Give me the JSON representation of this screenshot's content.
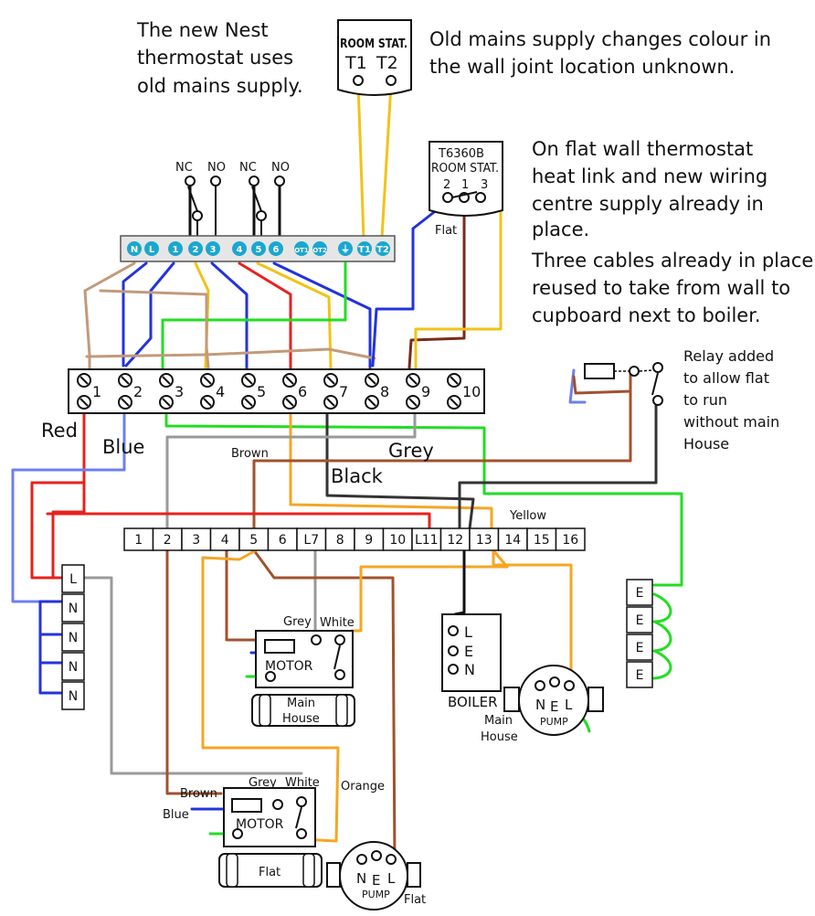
{
  "notes": {
    "nest_line1": "The new Nest",
    "nest_line2": "thermostat uses",
    "nest_line3": "old mains supply.",
    "old_line1": "Old mains supply changes colour in",
    "old_line2": "the wall joint location unknown.",
    "flat_line1": "On flat wall thermostat",
    "flat_line2": "heat link and new wiring",
    "flat_line3": "centre supply already in",
    "flat_line4": "place.",
    "flat_line5": "Three cables already in place",
    "flat_line6": "reused to take from wall to",
    "flat_line7": "cupboard next to boiler.",
    "relay_line1": "Relay added",
    "relay_line2": "to allow flat",
    "relay_line3": "to run",
    "relay_line4": "without main",
    "relay_line5": "House"
  },
  "room_stat_main": {
    "label": "ROOM STAT.",
    "t1": "T1",
    "t2": "T2"
  },
  "room_stat_flat": {
    "model": "T6360B",
    "label": "ROOM STAT.",
    "t_2": "2",
    "t_1": "1",
    "t_3": "3",
    "caption": "Flat"
  },
  "heatlink": {
    "nc1": "NC",
    "no1": "NO",
    "nc2": "NC",
    "no2": "NO",
    "terminals": [
      "N",
      "L",
      "1",
      "2",
      "3",
      "4",
      "5",
      "6",
      "OT1",
      "OT2",
      "⏚",
      "T1",
      "T2"
    ]
  },
  "strip10": {
    "terminals": [
      "1",
      "2",
      "3",
      "4",
      "5",
      "6",
      "7",
      "8",
      "9",
      "10"
    ]
  },
  "wire_labels": {
    "red": "Red",
    "blue": "Blue",
    "brown": "Brown",
    "grey": "Grey",
    "black": "Black",
    "yellow": "Yellow"
  },
  "strip16": {
    "terminals": [
      "1",
      "2",
      "3",
      "4",
      "5",
      "6",
      "L7",
      "8",
      "9",
      "10",
      "L11",
      "12",
      "13",
      "14",
      "15",
      "16"
    ]
  },
  "supply_block": {
    "terminals": [
      "L",
      "N",
      "N",
      "N",
      "N"
    ]
  },
  "earth_block": {
    "terminals": [
      "E",
      "E",
      "E",
      "E"
    ]
  },
  "motor_main": {
    "grey": "Grey",
    "white": "White",
    "label": "MOTOR",
    "caption1": "Main",
    "caption2": "House"
  },
  "boiler": {
    "l": "L",
    "e": "E",
    "n": "N",
    "label": "BOILER"
  },
  "pump_main": {
    "n": "N",
    "e": "E",
    "l": "L",
    "label": "PUMP",
    "caption1": "Main",
    "caption2": "House"
  },
  "motor_flat": {
    "brown": "Brown",
    "grey": "Grey",
    "white": "White",
    "orange": "Orange",
    "blue": "Blue",
    "label": "MOTOR",
    "caption": "Flat"
  },
  "pump_flat": {
    "n": "N",
    "e": "E",
    "l": "L",
    "label": "PUMP",
    "caption": "Flat"
  },
  "colors": {
    "red": "#e8211d",
    "blue": "#2233dd",
    "brown": "#a0522d",
    "grey": "#9a9a9a",
    "black": "#111111",
    "yellow": "#f2c218",
    "orange": "#f5a623",
    "green": "#22dd22",
    "lightbrown": "#c29a7a",
    "magenta": "#e01ee0",
    "cyan": "#1aa7cf"
  }
}
